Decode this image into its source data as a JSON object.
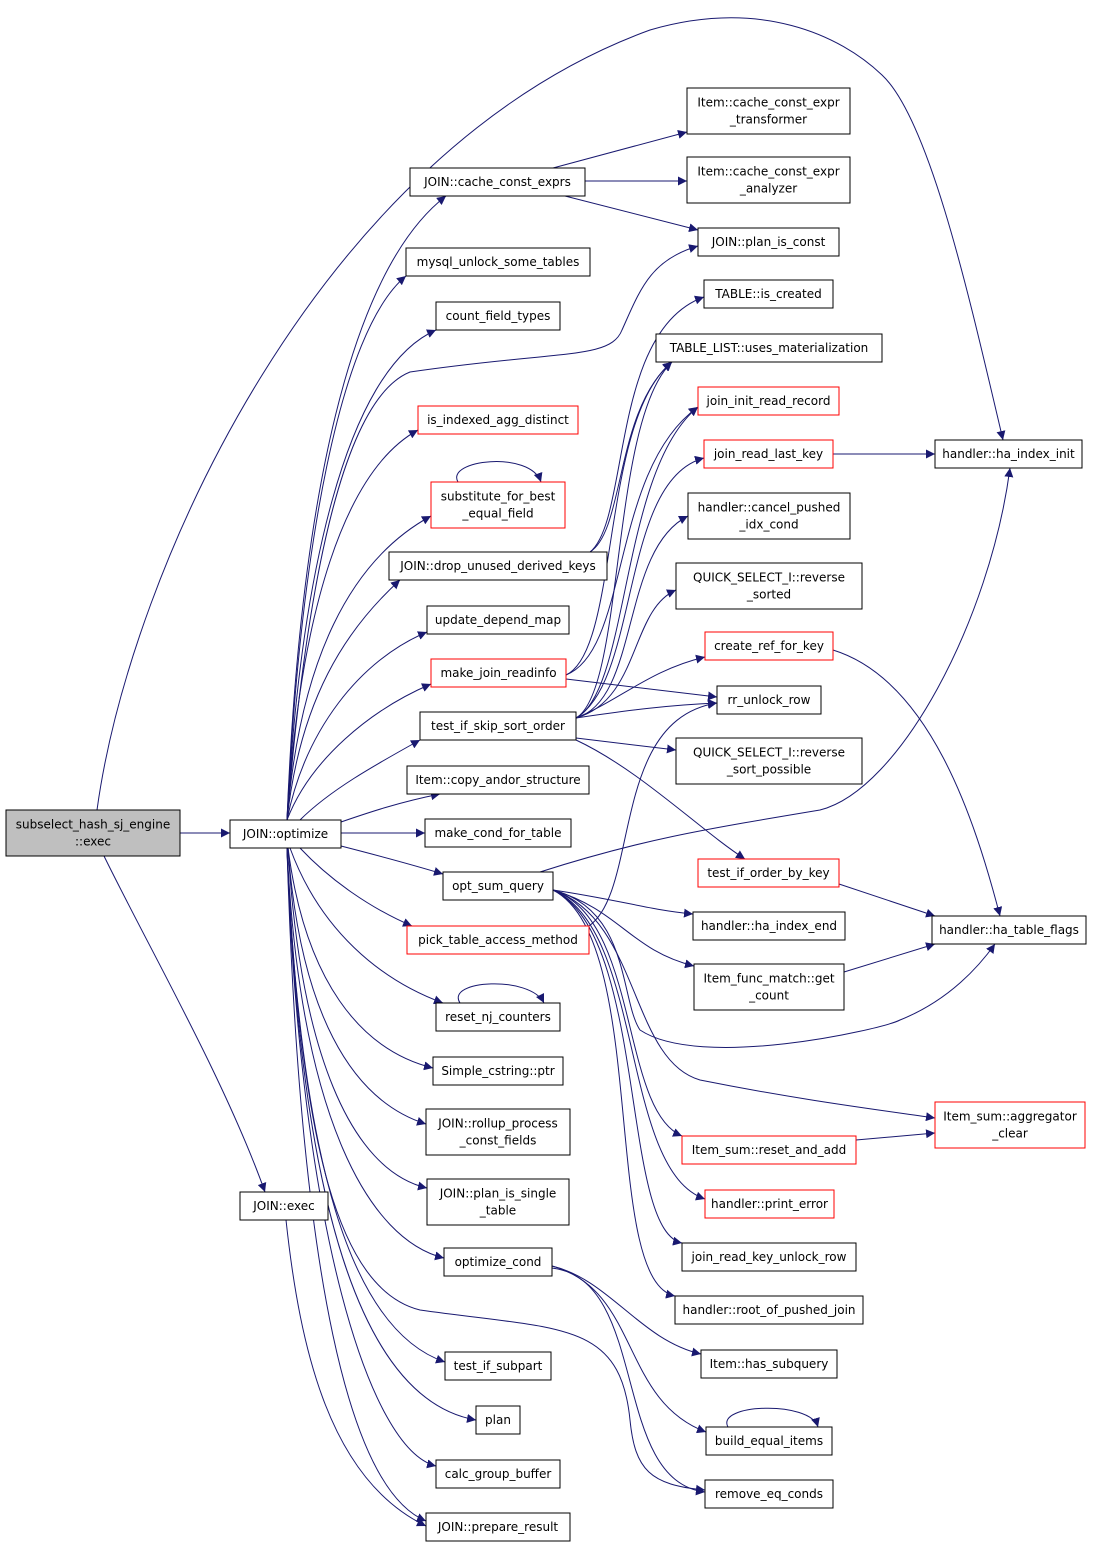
{
  "graph": {
    "root": "subselect_hash_sj_engine::exec",
    "colors": {
      "edge": "#191970",
      "node_border": "#000000",
      "missing_def_border": "#ff0000",
      "root_fill": "#bfbfbf"
    },
    "nodes": [
      {
        "id": "root",
        "lines": [
          "subselect_hash_sj_engine",
          "::exec"
        ],
        "style": "root"
      },
      {
        "id": "optimize",
        "lines": [
          "JOIN::optimize"
        ]
      },
      {
        "id": "exec",
        "lines": [
          "JOIN::exec"
        ]
      },
      {
        "id": "cache_const_exprs",
        "lines": [
          "JOIN::cache_const_exprs"
        ]
      },
      {
        "id": "mysql_unlock",
        "lines": [
          "mysql_unlock_some_tables"
        ]
      },
      {
        "id": "count_field_types",
        "lines": [
          "count_field_types"
        ]
      },
      {
        "id": "is_indexed_agg",
        "lines": [
          "is_indexed_agg_distinct"
        ],
        "style": "red"
      },
      {
        "id": "substitute",
        "lines": [
          "substitute_for_best",
          "_equal_field"
        ],
        "style": "red"
      },
      {
        "id": "drop_unused",
        "lines": [
          "JOIN::drop_unused_derived_keys"
        ]
      },
      {
        "id": "update_depend",
        "lines": [
          "update_depend_map"
        ]
      },
      {
        "id": "make_join_readinfo",
        "lines": [
          "make_join_readinfo"
        ],
        "style": "red"
      },
      {
        "id": "test_if_skip",
        "lines": [
          "test_if_skip_sort_order"
        ]
      },
      {
        "id": "copy_andor",
        "lines": [
          "Item::copy_andor_structure"
        ]
      },
      {
        "id": "make_cond",
        "lines": [
          "make_cond_for_table"
        ]
      },
      {
        "id": "opt_sum_query",
        "lines": [
          "opt_sum_query"
        ]
      },
      {
        "id": "pick_table",
        "lines": [
          "pick_table_access_method"
        ],
        "style": "red"
      },
      {
        "id": "reset_nj",
        "lines": [
          "reset_nj_counters"
        ]
      },
      {
        "id": "simple_cstring",
        "lines": [
          "Simple_cstring::ptr"
        ]
      },
      {
        "id": "rollup",
        "lines": [
          "JOIN::rollup_process",
          "_const_fields"
        ]
      },
      {
        "id": "plan_single",
        "lines": [
          "JOIN::plan_is_single",
          "_table"
        ]
      },
      {
        "id": "optimize_cond",
        "lines": [
          "optimize_cond"
        ]
      },
      {
        "id": "test_subpart",
        "lines": [
          "test_if_subpart"
        ]
      },
      {
        "id": "plan",
        "lines": [
          "plan"
        ]
      },
      {
        "id": "calc_group",
        "lines": [
          "calc_group_buffer"
        ]
      },
      {
        "id": "prepare_result",
        "lines": [
          "JOIN::prepare_result"
        ]
      },
      {
        "id": "cce_transformer",
        "lines": [
          "Item::cache_const_expr",
          "_transformer"
        ]
      },
      {
        "id": "cce_analyzer",
        "lines": [
          "Item::cache_const_expr",
          "_analyzer"
        ]
      },
      {
        "id": "plan_is_const",
        "lines": [
          "JOIN::plan_is_const"
        ]
      },
      {
        "id": "table_is_created",
        "lines": [
          "TABLE::is_created"
        ]
      },
      {
        "id": "uses_mat",
        "lines": [
          "TABLE_LIST::uses_materialization"
        ]
      },
      {
        "id": "join_init_read",
        "lines": [
          "join_init_read_record"
        ],
        "style": "red"
      },
      {
        "id": "join_read_last",
        "lines": [
          "join_read_last_key"
        ],
        "style": "red"
      },
      {
        "id": "cancel_pushed",
        "lines": [
          "handler::cancel_pushed",
          "_idx_cond"
        ]
      },
      {
        "id": "qs_reverse_sorted",
        "lines": [
          "QUICK_SELECT_I::reverse",
          "_sorted"
        ]
      },
      {
        "id": "create_ref",
        "lines": [
          "create_ref_for_key"
        ],
        "style": "red"
      },
      {
        "id": "rr_unlock",
        "lines": [
          "rr_unlock_row"
        ]
      },
      {
        "id": "qs_reverse_possible",
        "lines": [
          "QUICK_SELECT_I::reverse",
          "_sort_possible"
        ]
      },
      {
        "id": "test_order_by_key",
        "lines": [
          "test_if_order_by_key"
        ],
        "style": "red"
      },
      {
        "id": "ha_index_end",
        "lines": [
          "handler::ha_index_end"
        ]
      },
      {
        "id": "func_match",
        "lines": [
          "Item_func_match::get",
          "_count"
        ]
      },
      {
        "id": "agg_clear",
        "lines": [
          "Item_sum::aggregator",
          "_clear"
        ],
        "style": "red"
      },
      {
        "id": "reset_and_add",
        "lines": [
          "Item_sum::reset_and_add"
        ],
        "style": "red"
      },
      {
        "id": "print_error",
        "lines": [
          "handler::print_error"
        ],
        "style": "red"
      },
      {
        "id": "jrk_unlock",
        "lines": [
          "join_read_key_unlock_row"
        ]
      },
      {
        "id": "root_pushed",
        "lines": [
          "handler::root_of_pushed_join"
        ]
      },
      {
        "id": "has_subquery",
        "lines": [
          "Item::has_subquery"
        ]
      },
      {
        "id": "build_equal",
        "lines": [
          "build_equal_items"
        ]
      },
      {
        "id": "remove_eq",
        "lines": [
          "remove_eq_conds"
        ]
      },
      {
        "id": "ha_index_init",
        "lines": [
          "handler::ha_index_init"
        ]
      },
      {
        "id": "ha_table_flags",
        "lines": [
          "handler::ha_table_flags"
        ]
      }
    ]
  }
}
